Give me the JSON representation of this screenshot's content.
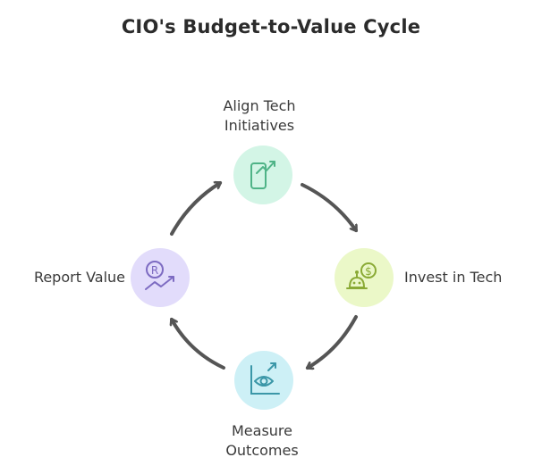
{
  "title": "CIO's Budget-to-Value Cycle",
  "steps": [
    {
      "id": "align",
      "label_line1": "Align Tech",
      "label_line2": "Initiatives",
      "icon": "phone-trend-up-icon",
      "color": "#d3f5e6",
      "icon_color": "#4fb387"
    },
    {
      "id": "invest",
      "label_line1": "Invest in Tech",
      "label_line2": "",
      "icon": "robot-dollar-icon",
      "color": "#ebf8c8",
      "icon_color": "#8aaa35"
    },
    {
      "id": "measure",
      "label_line1": "Measure",
      "label_line2": "Outcomes",
      "icon": "eye-chart-icon",
      "color": "#cdf0f6",
      "icon_color": "#3b97a8"
    },
    {
      "id": "report",
      "label_line1": "Report Value",
      "label_line2": "",
      "icon": "currency-trend-icon",
      "color": "#e2dcfb",
      "icon_color": "#7d6bc2"
    }
  ],
  "arrow_color": "#555555"
}
